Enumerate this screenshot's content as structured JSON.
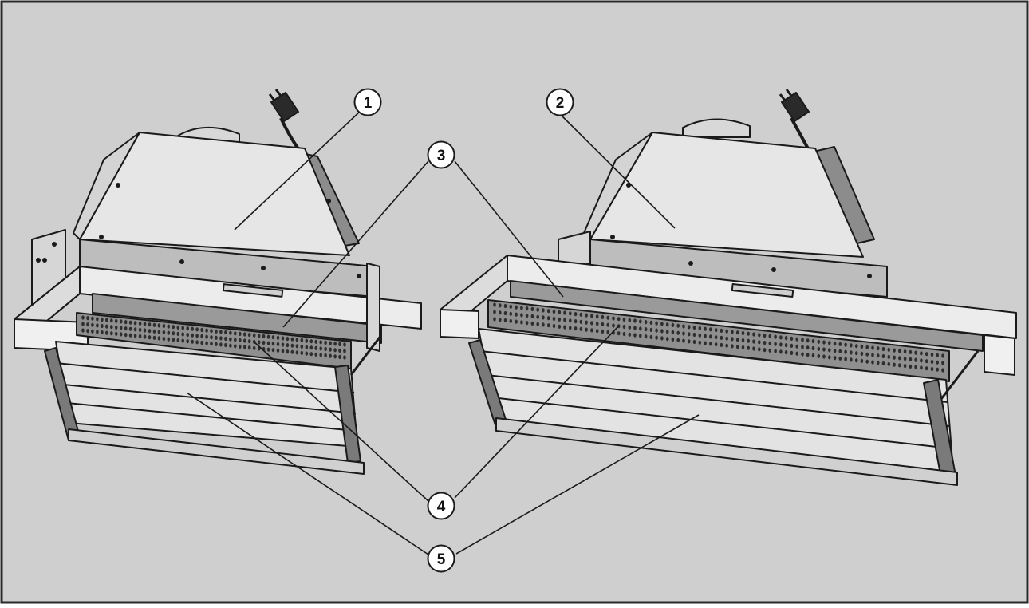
{
  "figure": {
    "background_color": "#cfcfcf",
    "border_color": "#2a2a2a",
    "part_fill": "#e6e6e6",
    "filter_fill": "#8f8f8f",
    "filter_hole_color": "#2e2e2e",
    "line_color": "#1a1a1a"
  },
  "callouts": {
    "c1": "1",
    "c2": "2",
    "c3": "3",
    "c4": "4",
    "c5": "5"
  }
}
